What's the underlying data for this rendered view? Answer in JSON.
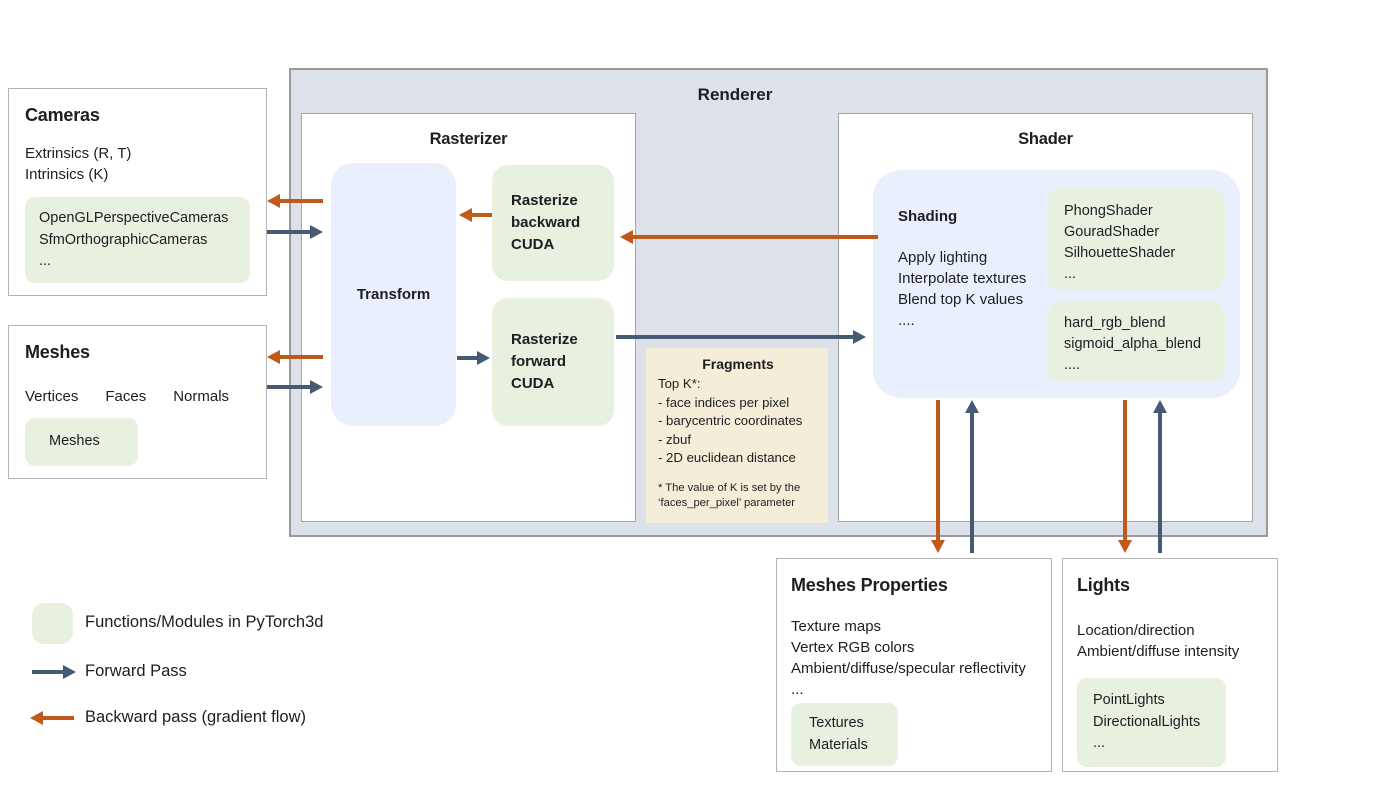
{
  "colors": {
    "forward_arrow": "#475a74",
    "backward_arrow": "#c05a1a",
    "module_green": "#e8f1e0",
    "process_blue": "#e9effc",
    "fragments_beige": "#f4eed9",
    "renderer_background": "#dde2ea"
  },
  "cameras": {
    "title": "Cameras",
    "props": [
      "Extrinsics (R, T)",
      "Intrinsics (K)"
    ],
    "modules": [
      "OpenGLPerspectiveCameras",
      "SfmOrthographicCameras",
      "..."
    ]
  },
  "meshes": {
    "title": "Meshes",
    "props": [
      "Vertices",
      "Faces",
      "Normals"
    ],
    "modules": [
      "Meshes"
    ]
  },
  "renderer": {
    "title": "Renderer",
    "rasterizer": {
      "title": "Rasterizer",
      "transform": "Transform",
      "rasterize_backward": [
        "Rasterize",
        "backward",
        "CUDA"
      ],
      "rasterize_forward": [
        "Rasterize",
        "forward",
        "CUDA"
      ]
    },
    "fragments": {
      "title": "Fragments",
      "lines": [
        "Top K*:",
        "- face indices per pixel",
        "- barycentric coordinates",
        "- zbuf",
        "- 2D euclidean distance"
      ],
      "footnote_lines": [
        "* The value of K is set by the",
        "‘faces_per_pixel’ parameter"
      ]
    },
    "shader": {
      "title": "Shader",
      "shading_title": "Shading",
      "shading_lines": [
        "Apply lighting",
        "Interpolate textures",
        "Blend top K values",
        "...."
      ],
      "shader_modules": [
        "PhongShader",
        "GouradShader",
        "SilhouetteShader",
        "..."
      ],
      "blend_modules": [
        "hard_rgb_blend",
        "sigmoid_alpha_blend",
        "...."
      ]
    }
  },
  "meshes_properties": {
    "title": "Meshes Properties",
    "props": [
      "Texture maps",
      "Vertex RGB colors",
      "Ambient/diffuse/specular reflectivity",
      "..."
    ],
    "modules": [
      "Textures",
      "Materials"
    ]
  },
  "lights": {
    "title": "Lights",
    "props": [
      "Location/direction",
      "Ambient/diffuse intensity"
    ],
    "modules": [
      "PointLights",
      "DirectionalLights",
      "..."
    ]
  },
  "legend": {
    "module_label": "Functions/Modules in PyTorch3d",
    "forward_label": "Forward Pass",
    "backward_label": "Backward pass (gradient flow)"
  }
}
